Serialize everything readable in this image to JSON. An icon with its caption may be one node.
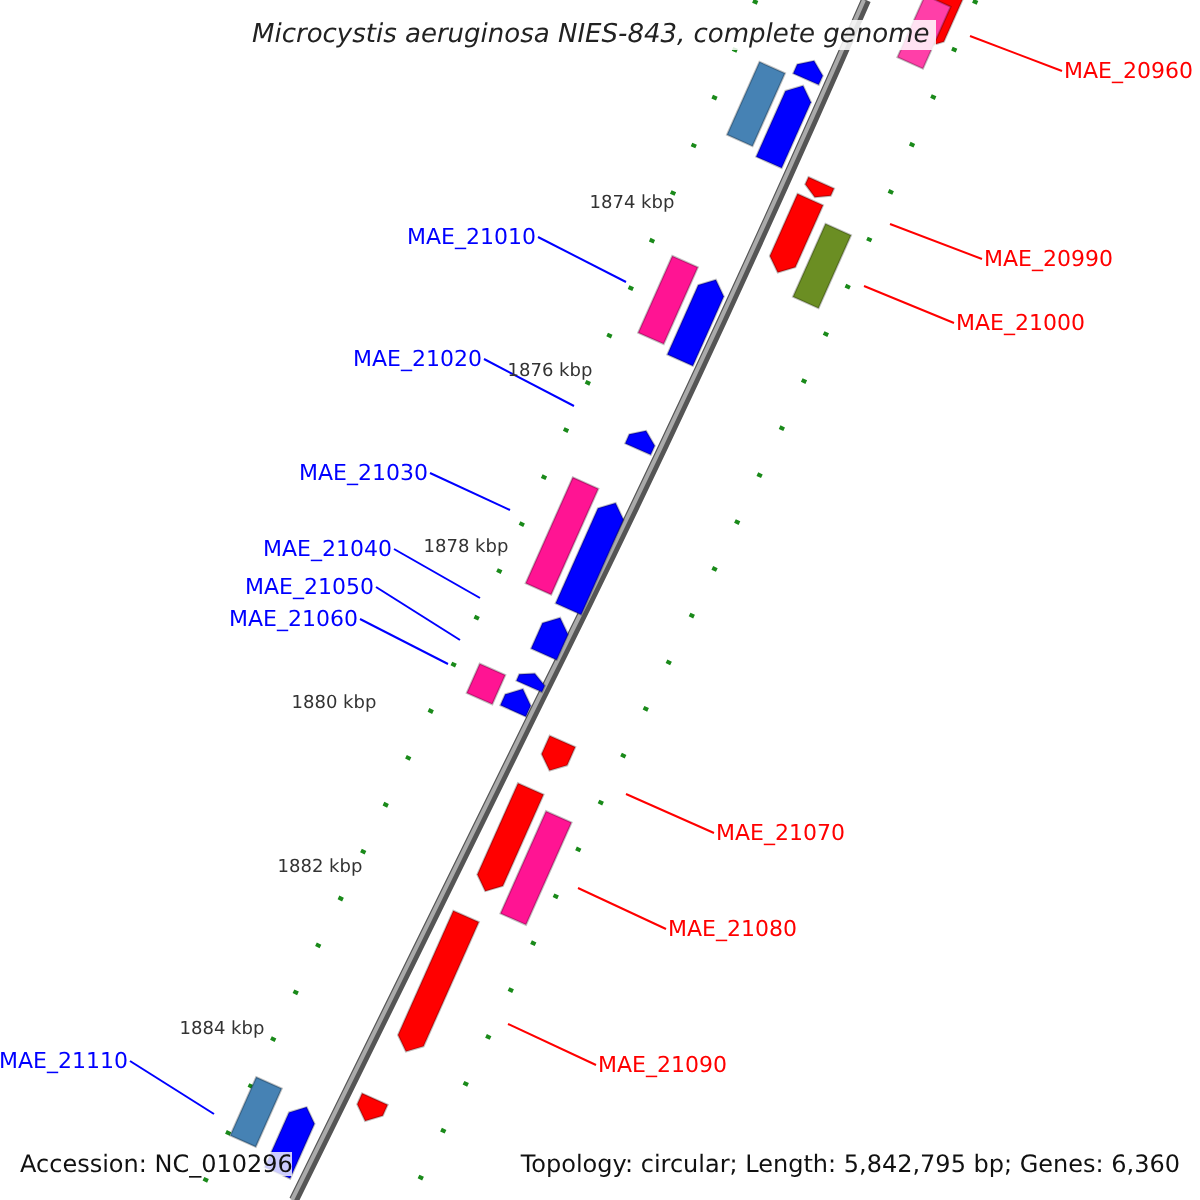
{
  "diagram": {
    "title": "Microcystis aeruginosa NIES-843, complete genome",
    "nodes": [
      {
        "text": [
          "MAE_20960"
        ]
      },
      {
        "text": [
          "MAE_21010"
        ]
      },
      {
        "text": [
          "MAE_20990"
        ]
      },
      {
        "text": [
          "MAE_21000"
        ]
      },
      {
        "text": [
          "MAE_21020"
        ]
      },
      {
        "text": [
          "MAE_21030"
        ]
      },
      {
        "text": [
          "MAE_21040"
        ]
      },
      {
        "text": [
          "MAE_21050"
        ]
      },
      {
        "text": [
          "MAE_21060"
        ]
      },
      {
        "text": [
          "MAE_21070"
        ]
      },
      {
        "text": [
          "MAE_21080"
        ]
      },
      {
        "text": [
          "MAE_21110"
        ]
      },
      {
        "text": [
          "MAE_21090"
        ]
      }
    ],
    "edges": [
      {
        "from": 0,
        "to": null,
        "arrow": "none",
        "color": "#ff0000"
      },
      {
        "from": 1,
        "to": null,
        "arrow": "none"
      },
      {
        "from": 2,
        "to": null,
        "arrow": "none",
        "color": "#ff0000"
      },
      {
        "from": 3,
        "to": null,
        "arrow": "none",
        "color": "#ff0000"
      },
      {
        "from": 4,
        "to": null,
        "arrow": "none"
      },
      {
        "from": 5,
        "to": null,
        "arrow": "none"
      },
      {
        "from": 6,
        "to": null,
        "arrow": "none"
      },
      {
        "from": 7,
        "to": null,
        "arrow": "none"
      },
      {
        "from": 8,
        "to": null,
        "arrow": "none"
      },
      {
        "from": 9,
        "to": null,
        "arrow": "none",
        "color": "#ff0000"
      },
      {
        "from": 10,
        "to": null,
        "arrow": "none",
        "color": "#ff0000"
      },
      {
        "from": 11,
        "to": null,
        "arrow": "none"
      },
      {
        "from": 12,
        "to": null,
        "arrow": "none",
        "color": "#ff0000"
      }
    ],
    "labels": [
      "1874 kbp",
      "1876 kbp",
      "1878 kbp",
      "1880 kbp",
      "1882 kbp",
      "1884 kbp",
      "Accession: NC_010296",
      "Topology: circular; Length: 5,842,795 bp; Genes: 6,360"
    ]
  }
}
